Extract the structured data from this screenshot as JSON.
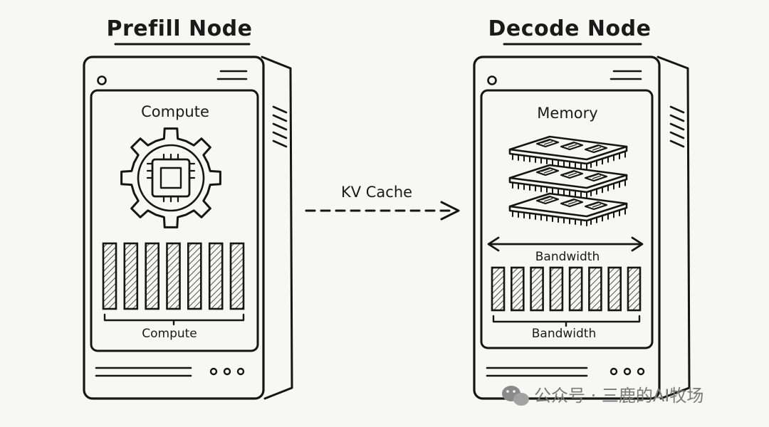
{
  "prefill": {
    "title": "Prefill Node",
    "top_label": "Compute",
    "bottom_label": "Compute",
    "bar_count": 7
  },
  "decode": {
    "title": "Decode Node",
    "top_label": "Memory",
    "middle_label": "Bandwidth",
    "bottom_label": "Bandwidth",
    "bar_count": 8,
    "memory_module_count": 3
  },
  "transfer": {
    "label": "KV Cache"
  },
  "watermark": {
    "text": "公众号 · 三鹿的AI牧场",
    "icon": "wechat-icon"
  }
}
